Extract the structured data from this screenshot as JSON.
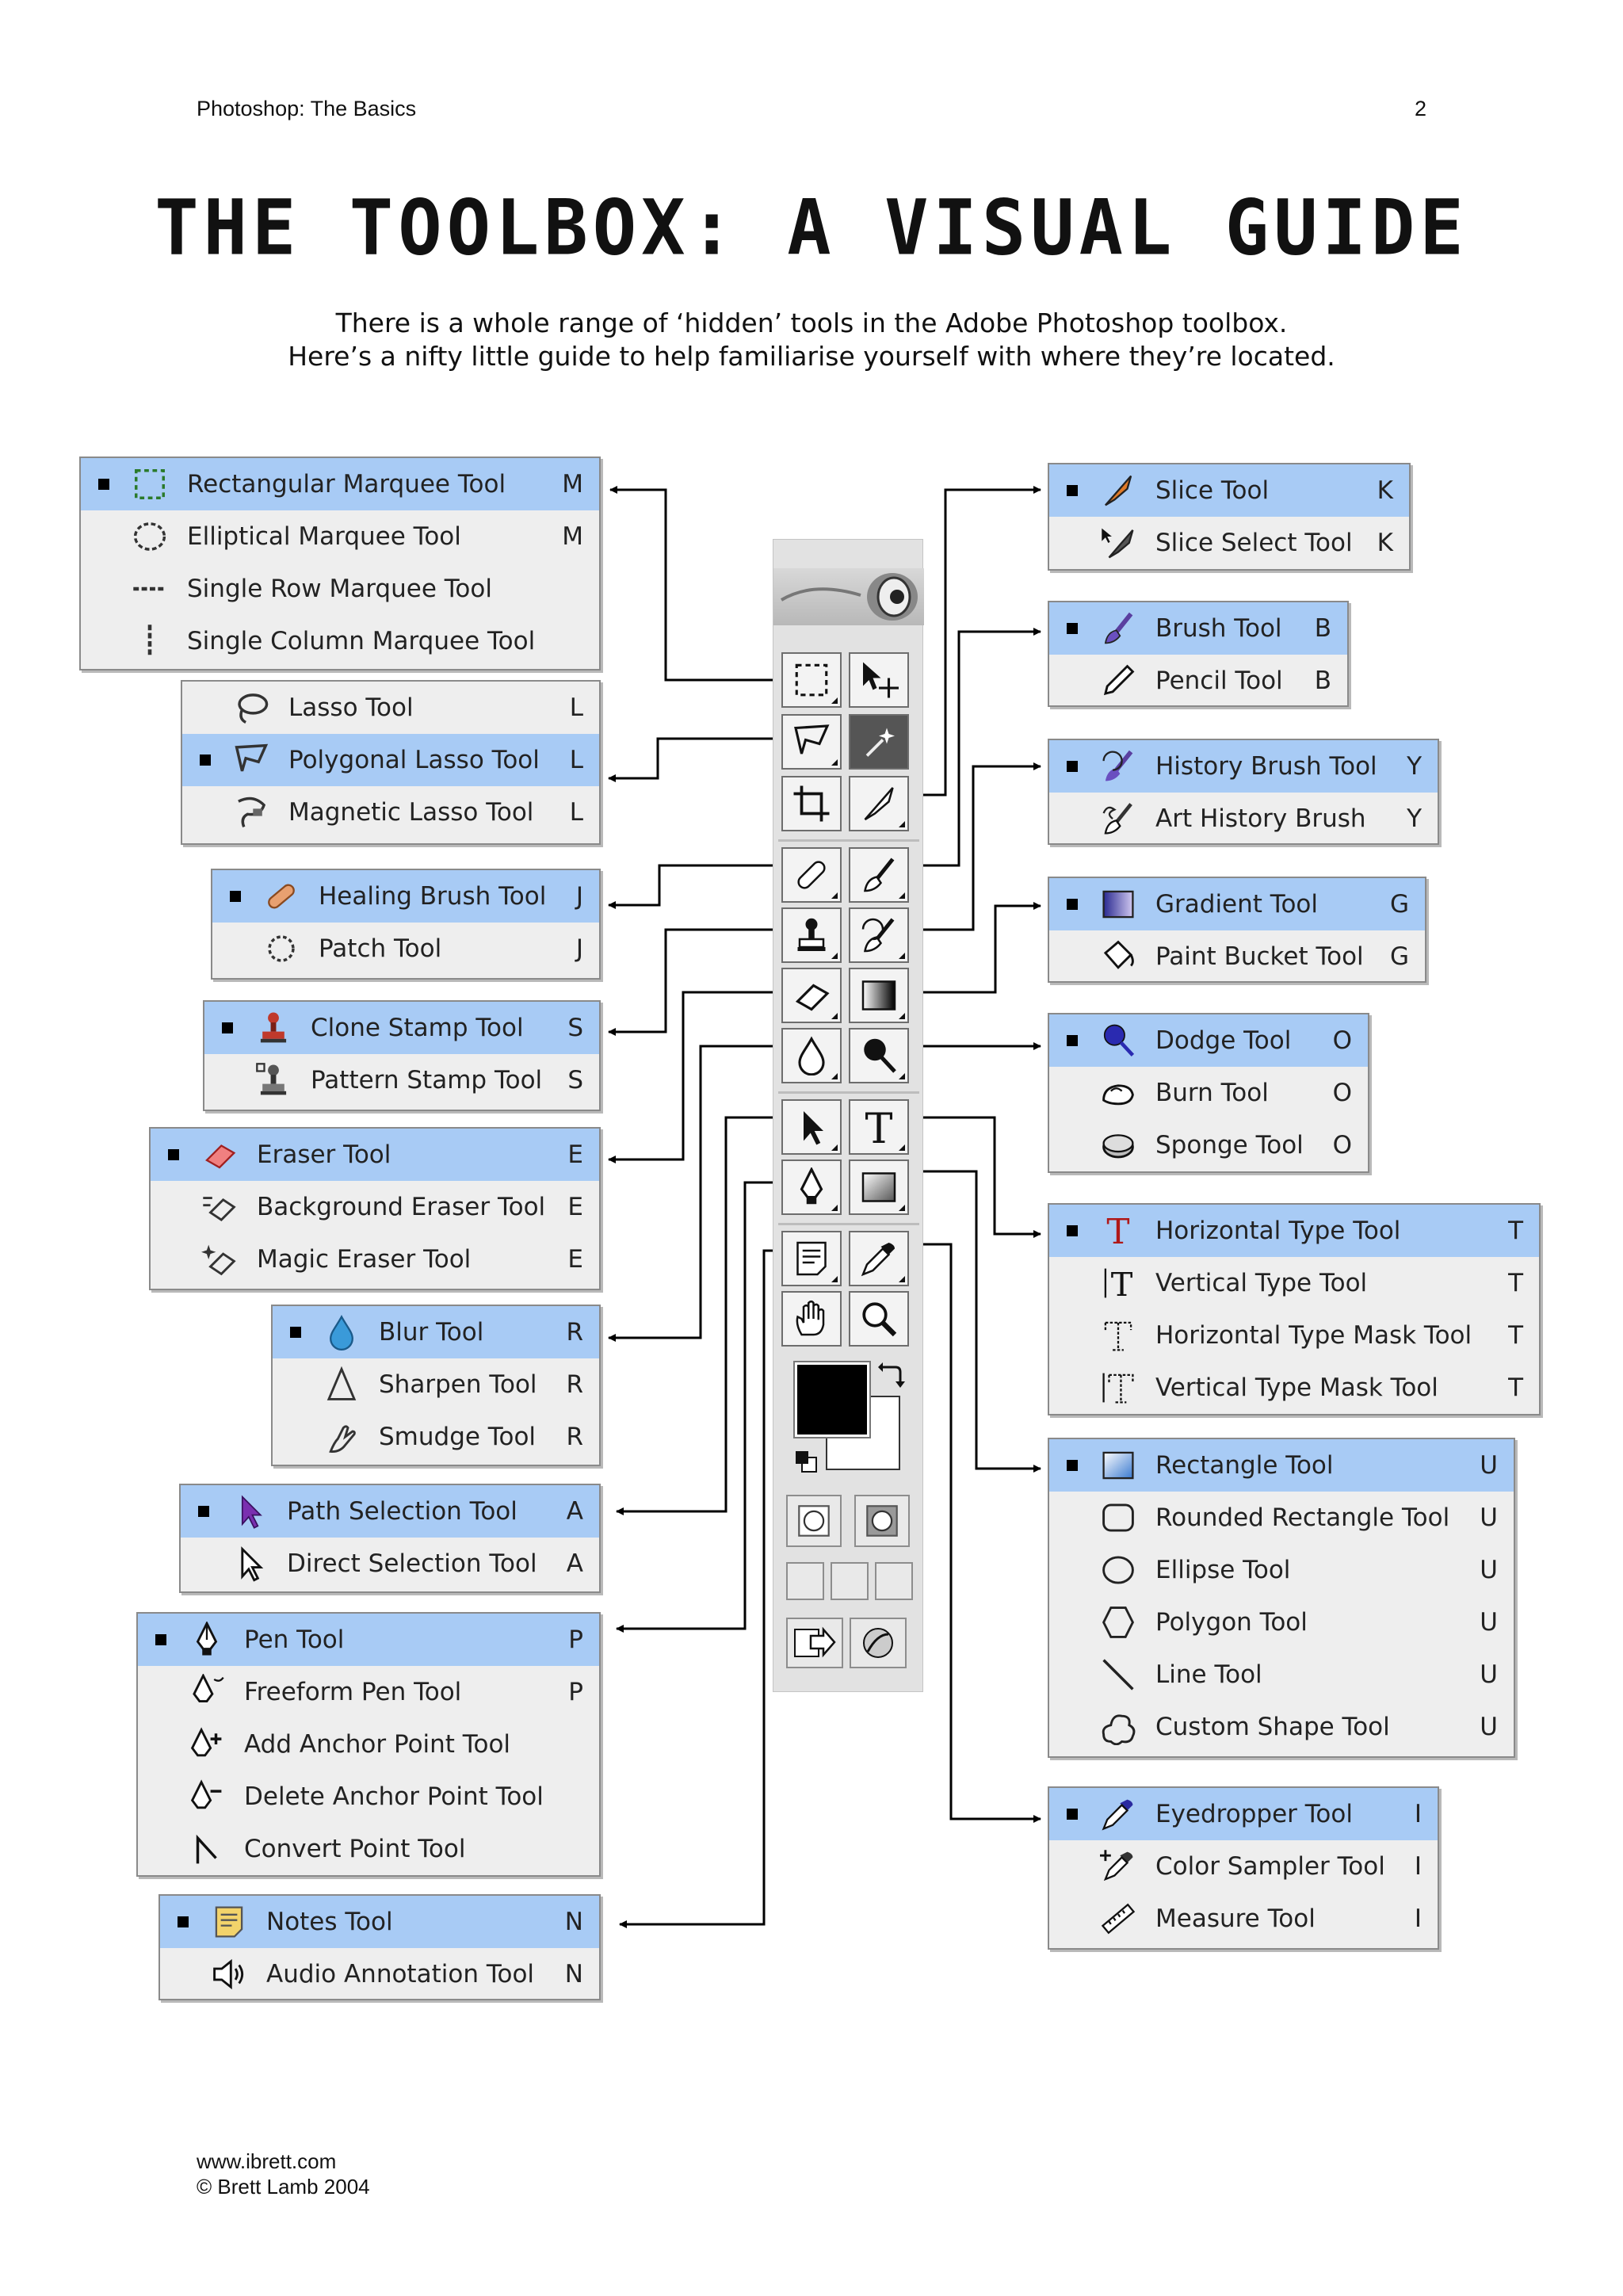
{
  "header": {
    "left": "Photoshop: The Basics",
    "page_number": "2"
  },
  "title": "THE TOOLBOX: A VISUAL GUIDE",
  "intro": [
    "There is a whole range of ‘hidden’ tools in the Adobe Photoshop toolbox.",
    "Here’s a nifty little guide to help familiarise yourself with where they’re located."
  ],
  "footer": {
    "url": "www.ibrett.com",
    "copyright": "© Brett Lamb 2004"
  },
  "menus": {
    "marquee": [
      {
        "label": "Rectangular Marquee Tool",
        "key": "M",
        "icon": "rect-marquee-icon"
      },
      {
        "label": "Elliptical Marquee Tool",
        "key": "M",
        "icon": "ellipse-marquee-icon"
      },
      {
        "label": "Single Row Marquee Tool",
        "key": "",
        "icon": "row-marquee-icon"
      },
      {
        "label": "Single Column Marquee Tool",
        "key": "",
        "icon": "column-marquee-icon"
      }
    ],
    "lasso": [
      {
        "label": "Lasso Tool",
        "key": "L",
        "icon": "lasso-icon"
      },
      {
        "label": "Polygonal Lasso Tool",
        "key": "L",
        "icon": "polygonal-lasso-icon"
      },
      {
        "label": "Magnetic Lasso Tool",
        "key": "L",
        "icon": "magnetic-lasso-icon"
      }
    ],
    "healing": [
      {
        "label": "Healing Brush Tool",
        "key": "J",
        "icon": "bandage-icon"
      },
      {
        "label": "Patch Tool",
        "key": "J",
        "icon": "patch-icon"
      }
    ],
    "stamp": [
      {
        "label": "Clone Stamp Tool",
        "key": "S",
        "icon": "stamp-icon"
      },
      {
        "label": "Pattern Stamp Tool",
        "key": "S",
        "icon": "pattern-stamp-icon"
      }
    ],
    "eraser": [
      {
        "label": "Eraser Tool",
        "key": "E",
        "icon": "eraser-icon"
      },
      {
        "label": "Background Eraser Tool",
        "key": "E",
        "icon": "background-eraser-icon"
      },
      {
        "label": "Magic Eraser Tool",
        "key": "E",
        "icon": "magic-eraser-icon"
      }
    ],
    "blur": [
      {
        "label": "Blur Tool",
        "key": "R",
        "icon": "drop-icon"
      },
      {
        "label": "Sharpen Tool",
        "key": "R",
        "icon": "sharpen-icon"
      },
      {
        "label": "Smudge Tool",
        "key": "R",
        "icon": "smudge-icon"
      }
    ],
    "path_selection": [
      {
        "label": "Path Selection Tool",
        "key": "A",
        "icon": "path-arrow-icon"
      },
      {
        "label": "Direct Selection Tool",
        "key": "A",
        "icon": "direct-arrow-icon"
      }
    ],
    "pen": [
      {
        "label": "Pen Tool",
        "key": "P",
        "icon": "pen-icon"
      },
      {
        "label": "Freeform Pen Tool",
        "key": "P",
        "icon": "freeform-pen-icon"
      },
      {
        "label": "Add Anchor Point Tool",
        "key": "",
        "icon": "add-anchor-icon"
      },
      {
        "label": "Delete Anchor Point Tool",
        "key": "",
        "icon": "delete-anchor-icon"
      },
      {
        "label": "Convert Point Tool",
        "key": "",
        "icon": "convert-point-icon"
      }
    ],
    "notes": [
      {
        "label": "Notes Tool",
        "key": "N",
        "icon": "note-icon"
      },
      {
        "label": "Audio Annotation Tool",
        "key": "N",
        "icon": "speaker-icon"
      }
    ],
    "slice": [
      {
        "label": "Slice Tool",
        "key": "K",
        "icon": "knife-icon"
      },
      {
        "label": "Slice Select Tool",
        "key": "K",
        "icon": "slice-select-icon"
      }
    ],
    "brush": [
      {
        "label": "Brush Tool",
        "key": "B",
        "icon": "brush-icon"
      },
      {
        "label": "Pencil Tool",
        "key": "B",
        "icon": "pencil-icon"
      }
    ],
    "history": [
      {
        "label": "History Brush Tool",
        "key": "Y",
        "icon": "history-brush-icon"
      },
      {
        "label": "Art History Brush",
        "key": "Y",
        "icon": "art-history-brush-icon"
      }
    ],
    "gradient": [
      {
        "label": "Gradient Tool",
        "key": "G",
        "icon": "gradient-icon"
      },
      {
        "label": "Paint Bucket Tool",
        "key": "G",
        "icon": "bucket-icon"
      }
    ],
    "dodge": [
      {
        "label": "Dodge Tool",
        "key": "O",
        "icon": "dodge-icon"
      },
      {
        "label": "Burn Tool",
        "key": "O",
        "icon": "burn-hand-icon"
      },
      {
        "label": "Sponge Tool",
        "key": "O",
        "icon": "sponge-icon"
      }
    ],
    "type": [
      {
        "label": "Horizontal Type Tool",
        "key": "T",
        "icon": "type-icon"
      },
      {
        "label": "Vertical Type Tool",
        "key": "T",
        "icon": "vertical-type-icon"
      },
      {
        "label": "Horizontal Type Mask Tool",
        "key": "T",
        "icon": "type-mask-icon"
      },
      {
        "label": "Vertical Type Mask Tool",
        "key": "T",
        "icon": "vertical-type-mask-icon"
      }
    ],
    "shapes": [
      {
        "label": "Rectangle Tool",
        "key": "U",
        "icon": "rectangle-icon"
      },
      {
        "label": "Rounded Rectangle Tool",
        "key": "U",
        "icon": "rounded-rectangle-icon"
      },
      {
        "label": "Ellipse Tool",
        "key": "U",
        "icon": "ellipse-icon"
      },
      {
        "label": "Polygon Tool",
        "key": "U",
        "icon": "polygon-icon"
      },
      {
        "label": "Line Tool",
        "key": "U",
        "icon": "line-icon"
      },
      {
        "label": "Custom Shape Tool",
        "key": "U",
        "icon": "custom-shape-icon"
      }
    ],
    "eyedropper": [
      {
        "label": "Eyedropper Tool",
        "key": "I",
        "icon": "eyedropper-icon"
      },
      {
        "label": "Color Sampler Tool",
        "key": "I",
        "icon": "color-sampler-icon"
      },
      {
        "label": "Measure Tool",
        "key": "I",
        "icon": "ruler-icon"
      }
    ]
  },
  "toolbox": {
    "tools": [
      "marquee",
      "move",
      "lasso",
      "magic-wand",
      "crop",
      "slice",
      "healing",
      "brush",
      "stamp",
      "history",
      "eraser",
      "gradient",
      "blur",
      "dodge",
      "path-selection",
      "type",
      "pen",
      "shapes",
      "notes",
      "eyedropper",
      "hand",
      "zoom"
    ],
    "colors": {
      "foreground": "#000000",
      "background": "#ffffff",
      "highlight": "#a8cbf5"
    }
  }
}
